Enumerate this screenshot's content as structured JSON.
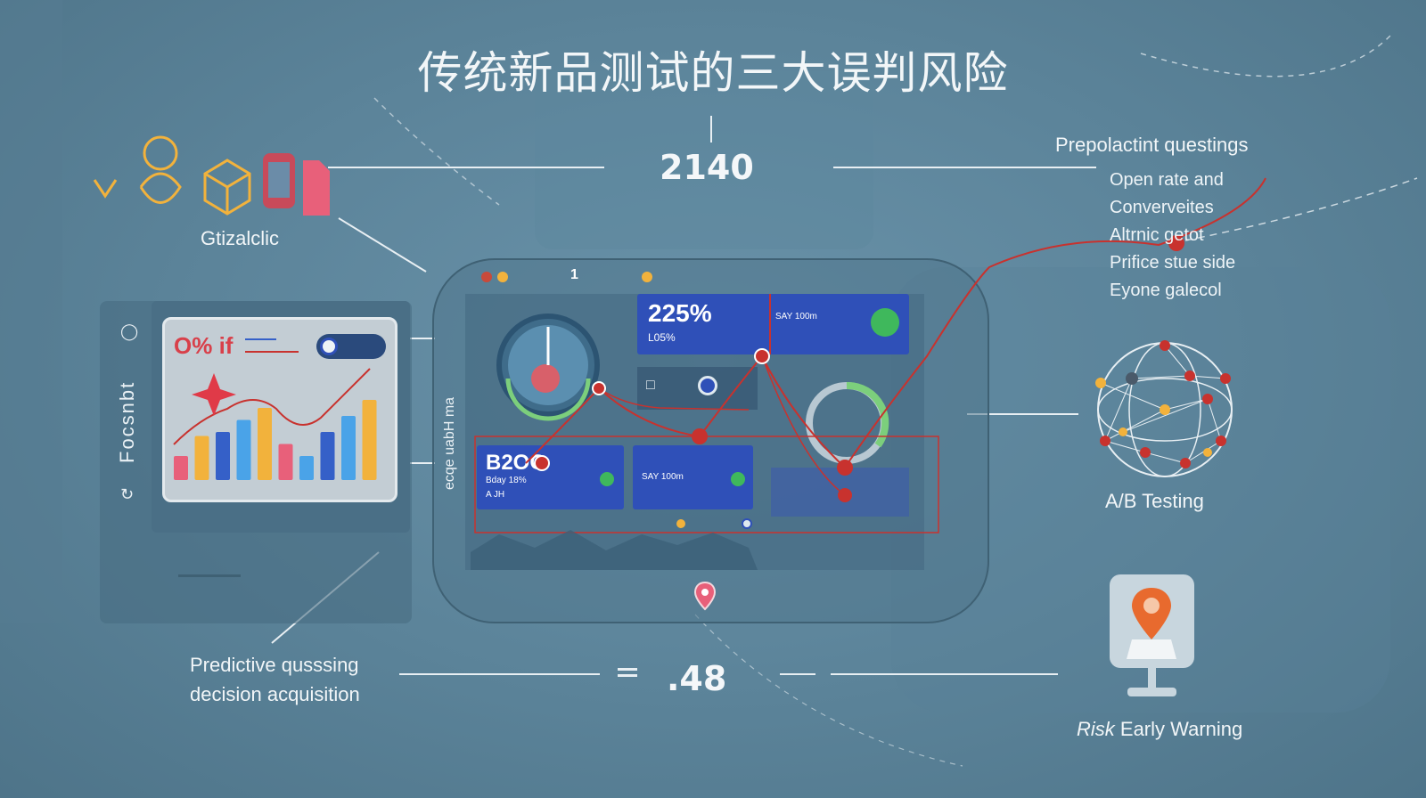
{
  "title": "传统新品测试的三大误判风险",
  "top_metric": "2140",
  "bottom_metric": ".48",
  "top_left": {
    "label": "Gtizalclic",
    "icons": [
      "user-icon",
      "box-icon",
      "database-icon",
      "document-icon"
    ]
  },
  "left_panel": {
    "vertical_label": "Focsnbt",
    "chart_tag": "O% if",
    "bars": [
      0.3,
      0.55,
      0.6,
      0.75,
      0.9,
      0.45,
      0.3,
      0.6,
      0.8,
      1.0
    ],
    "bar_colors": [
      "#e8607a",
      "#f2b23c",
      "#3560c8",
      "#4aa3e8",
      "#f2b23c",
      "#e8607a",
      "#4aa3e8",
      "#3560c8",
      "#4aa3e8",
      "#f2b23c"
    ]
  },
  "dashboard": {
    "vertical_label": "ecqe uabH ma",
    "card_main": {
      "value": "225%",
      "sub": "L05%",
      "tag": "SAY 100m"
    },
    "card_left": {
      "value": "B2OC",
      "sub1": "Bday 18%",
      "sub2": "A JH"
    },
    "card_right": {
      "tag": "SAY 100m"
    },
    "toolbar_num": "1"
  },
  "right_top": {
    "heading": "Prepolactint questings",
    "items": [
      "Open rate and",
      "Converveites",
      "Altrnic   getot",
      "Prifice stue side",
      "Eyone galecol"
    ]
  },
  "ab_testing": {
    "label": "A/B Testing"
  },
  "bottom_left": {
    "line1": "Predictive qusssing",
    "line2": "decision acquisition"
  },
  "risk": {
    "label_italic": "Risk",
    "label_rest": " Early Warning"
  },
  "colors": {
    "accent_blue": "#2f50b8",
    "accent_red": "#c8322e",
    "accent_gold": "#f2b23c",
    "accent_pink": "#e8607a"
  }
}
